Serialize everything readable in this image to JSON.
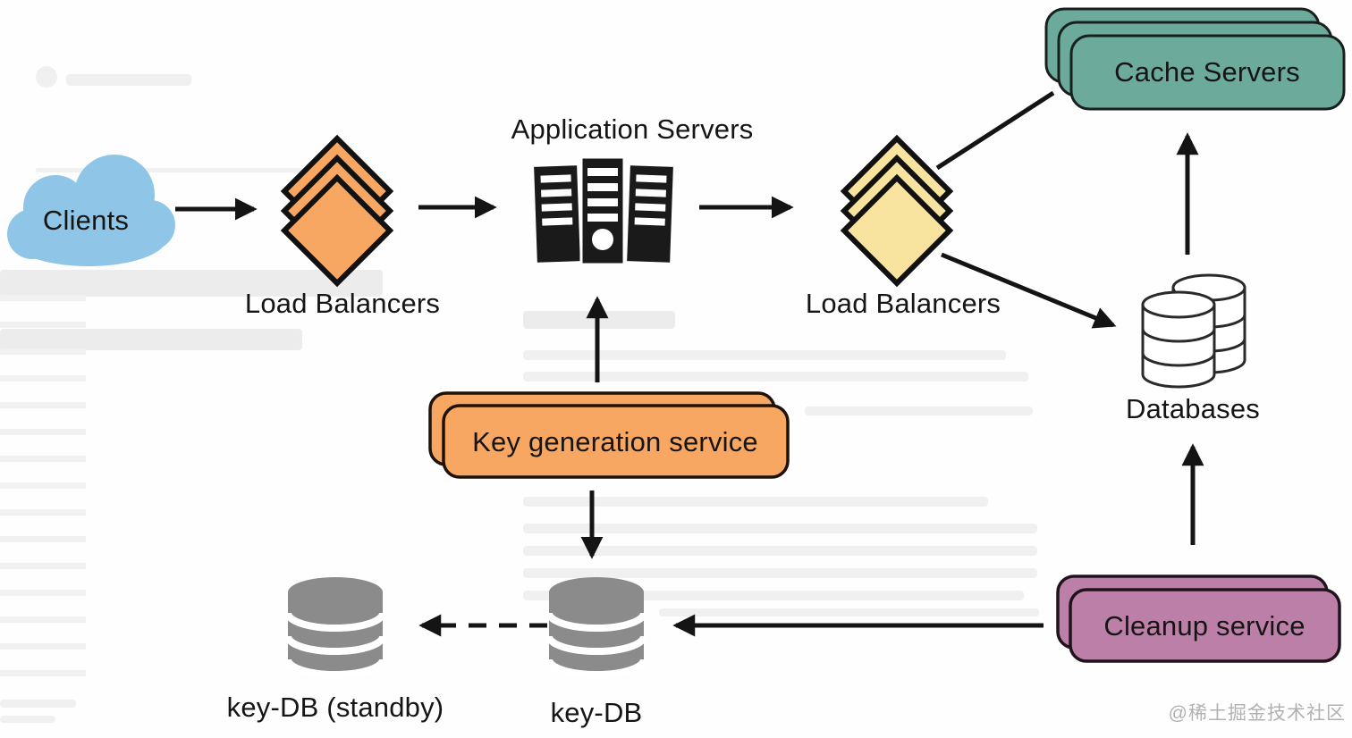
{
  "diagram": {
    "nodes": {
      "clients": {
        "label": "Clients",
        "icon": "cloud-icon"
      },
      "load_balancers_1": {
        "label": "Load Balancers",
        "icon": "diamond-stack-icon"
      },
      "application_servers": {
        "label": "Application Servers",
        "icon": "server-towers-icon"
      },
      "load_balancers_2": {
        "label": "Load Balancers",
        "icon": "diamond-stack-icon"
      },
      "cache_servers": {
        "label": "Cache Servers",
        "icon": "stacked-rounded-rects-icon"
      },
      "databases": {
        "label": "Databases",
        "icon": "cylinder-pair-icon"
      },
      "key_generation_service": {
        "label": "Key generation service",
        "icon": "stacked-rounded-rects-icon"
      },
      "key_db": {
        "label": "key-DB",
        "icon": "cylinder-icon"
      },
      "key_db_standby": {
        "label": "key-DB (standby)",
        "icon": "cylinder-icon"
      },
      "cleanup_service": {
        "label": "Cleanup service",
        "icon": "stacked-rounded-rects-icon"
      }
    },
    "edges": [
      {
        "from": "clients",
        "to": "load_balancers_1",
        "style": "solid",
        "arrowhead": true
      },
      {
        "from": "load_balancers_1",
        "to": "application_servers",
        "style": "solid",
        "arrowhead": true
      },
      {
        "from": "application_servers",
        "to": "load_balancers_2",
        "style": "solid",
        "arrowhead": true
      },
      {
        "from": "load_balancers_2",
        "to": "cache_servers",
        "style": "solid",
        "arrowhead": false
      },
      {
        "from": "load_balancers_2",
        "to": "databases",
        "style": "solid",
        "arrowhead": true
      },
      {
        "from": "databases",
        "to": "cache_servers",
        "style": "solid",
        "arrowhead": true
      },
      {
        "from": "key_generation_service",
        "to": "application_servers",
        "style": "solid",
        "arrowhead": true
      },
      {
        "from": "key_generation_service",
        "to": "key_db",
        "style": "solid",
        "arrowhead": true
      },
      {
        "from": "key_db",
        "to": "key_db_standby",
        "style": "dashed",
        "arrowhead": true
      },
      {
        "from": "cleanup_service",
        "to": "key_db",
        "style": "solid",
        "arrowhead": true
      },
      {
        "from": "cleanup_service",
        "to": "databases",
        "style": "solid",
        "arrowhead": true
      }
    ],
    "watermark": "@稀土掘金技术社区"
  },
  "colors": {
    "clients_cloud": "#8fc5e7",
    "lb_orange": "#f8a763",
    "lb_yellow": "#f8e49e",
    "cache_teal": "#6caa9b",
    "keygen_orange": "#f8a763",
    "cleanup_purple": "#bc80a8",
    "keydb_gray": "#8b8b8b",
    "server_black": "#1a1a1a",
    "arrow_black": "#141414",
    "label_black": "#151515",
    "watermark_gray": "#b1b1b1"
  }
}
